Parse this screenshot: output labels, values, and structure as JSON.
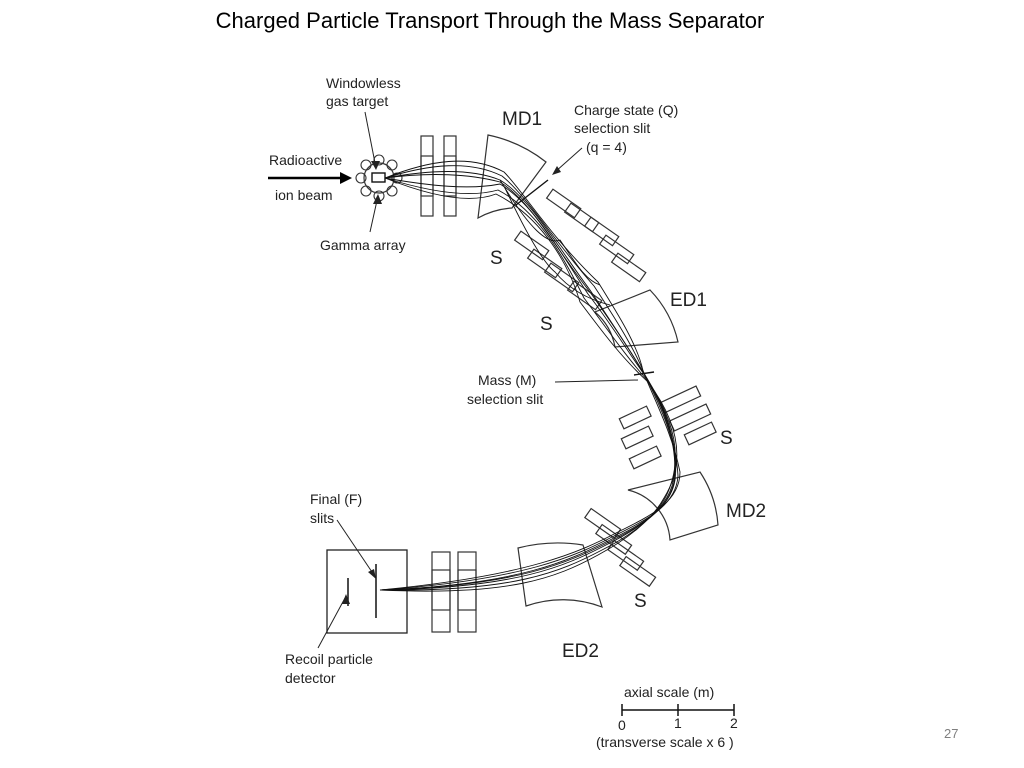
{
  "slide": {
    "title": "Charged Particle Transport Through the Mass Separator",
    "page_number": "27"
  },
  "labels": {
    "windowless_line1": "Windowless",
    "windowless_line2": "gas target",
    "radioactive": "Radioactive",
    "ion_beam": "ion beam",
    "gamma_array": "Gamma array",
    "md1": "MD1",
    "charge_line1": "Charge state (Q)",
    "charge_line2": "selection slit",
    "charge_line3": "(q = 4)",
    "ed1": "ED1",
    "mass_line1": "Mass (M)",
    "mass_line2": "selection slit",
    "md2": "MD2",
    "ed2": "ED2",
    "final_line1": "Final (F)",
    "final_line2": "slits",
    "recoil_line1": "Recoil particle",
    "recoil_line2": "detector",
    "s": "S"
  },
  "scale_bar": {
    "title": "axial scale (m)",
    "ticks": [
      "0",
      "1",
      "2"
    ],
    "note": "(transverse scale x 6 )"
  }
}
